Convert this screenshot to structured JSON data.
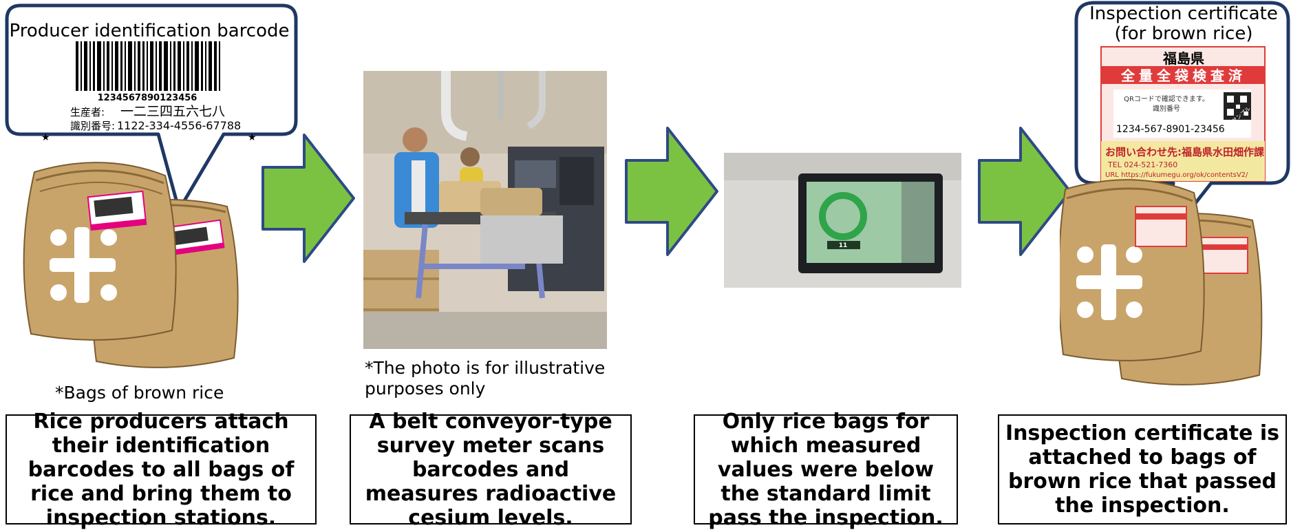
{
  "steps": [
    {
      "caption": "Rice producers attach their identification barcodes to all bags of rice and bring them to inspection stations.",
      "note": "*Bags of brown rice",
      "bubble_label": "Producer identification barcode",
      "barcode_digits": "1234567890123456",
      "producer_label": "生産者:",
      "producer_value": "一二三四五六七八",
      "id_label": "識別番号:",
      "id_value": "1122-334-4556-67788"
    },
    {
      "caption": "A belt conveyor-type survey meter scans barcodes and measures radioactive cesium levels.",
      "note": "*The photo is for illustrative purposes only"
    },
    {
      "caption": "Only rice bags for which measured values were below the standard limit pass the inspection."
    },
    {
      "caption": "Inspection certificate is attached to bags of brown rice that passed the inspection.",
      "bubble_label_line1": "Inspection certificate",
      "bubble_label_line2": "(for brown rice)",
      "cert_prefecture": "福島県",
      "cert_banner": "全量全袋検査済",
      "cert_qr_text": "QRコードで確認できます。",
      "cert_id_label": "識別番号",
      "cert_sample": "サンプル",
      "cert_id_number": "1234-567-8901-23456",
      "cert_contact": "お問い合わせ先:福島県水田畑作課",
      "cert_tel": "TEL 024-521-7360",
      "cert_url": "URL https://fukumegu.org/ok/contentsV2/"
    }
  ],
  "screen_reading": "11",
  "colors": {
    "arrow_fill": "#7CC242",
    "arrow_stroke": "#2E4A85",
    "bubble_stroke": "#1F3864",
    "bag_fill": "#C9A46A",
    "bag_dark": "#A8844D",
    "cert_red": "#E03B3B",
    "label_pink": "#E4007F"
  }
}
